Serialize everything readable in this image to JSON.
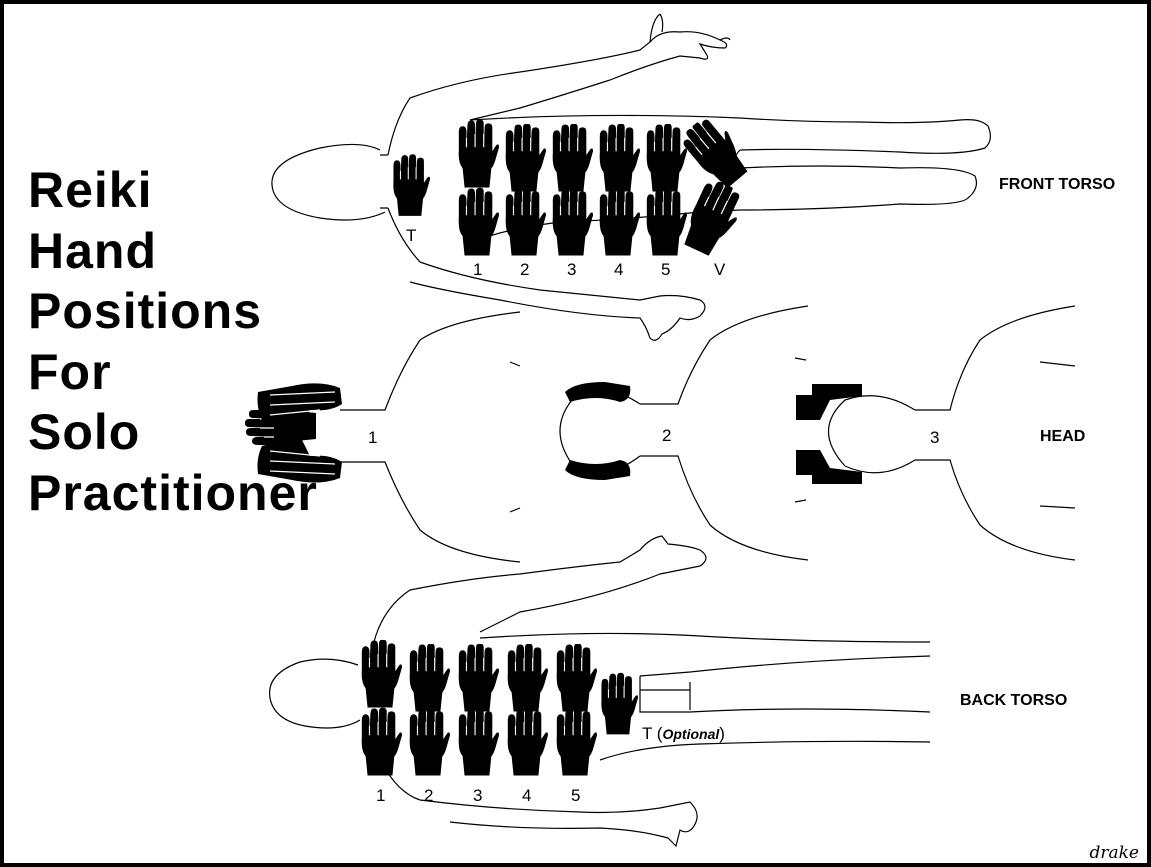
{
  "title_lines": [
    "Reiki",
    "Hand",
    "Positions",
    "For",
    "Solo",
    "Practitioner"
  ],
  "sections": {
    "front": {
      "label": "FRONT TORSO",
      "t_label": "T",
      "positions": [
        "1",
        "2",
        "3",
        "4",
        "5",
        "V"
      ]
    },
    "head": {
      "label": "HEAD",
      "positions": [
        "1",
        "2",
        "3"
      ]
    },
    "back": {
      "label": "BACK TORSO",
      "t_label": "T",
      "t_optional": "Optional",
      "positions": [
        "1",
        "2",
        "3",
        "4",
        "5"
      ]
    }
  },
  "signature": "drake",
  "colors": {
    "ink": "#000000",
    "paper": "#ffffff",
    "border": "#000000"
  }
}
